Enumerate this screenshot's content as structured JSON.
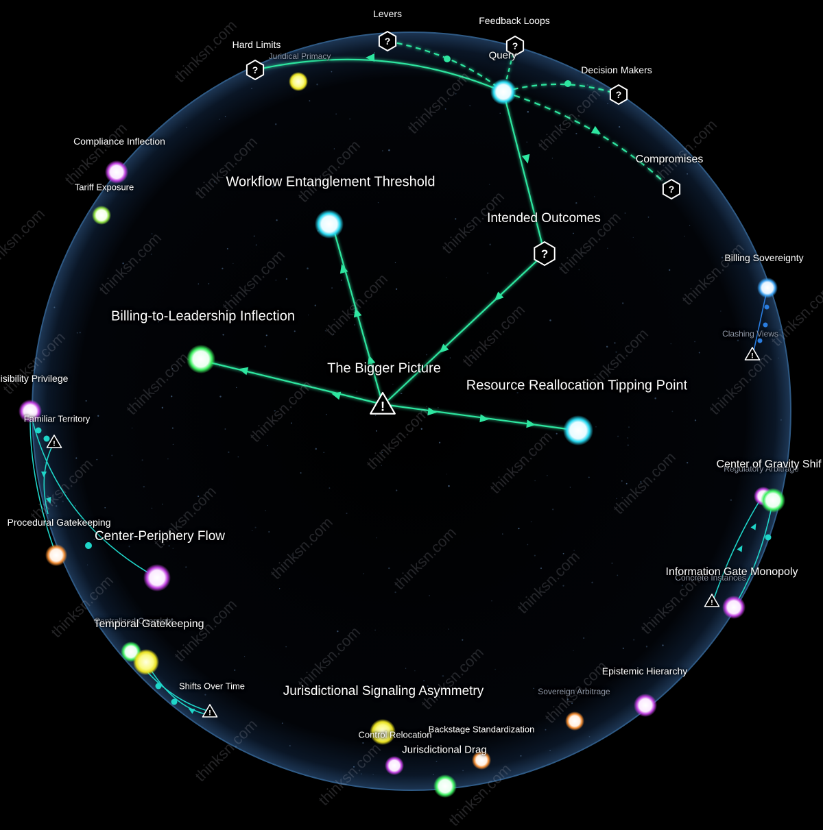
{
  "watermark": "thinksn.com",
  "colors": {
    "background": "#000000",
    "sphere_edge": "#3b6b9a",
    "edge_green": "#2ee6a0",
    "edge_teal": "#1fd6c9",
    "edge_blue": "#2a7de0",
    "node_cyan": "#27d8f0",
    "node_green": "#3cf060",
    "node_magenta": "#c040e0",
    "node_orange": "#f08a30",
    "node_yellow": "#e8e020",
    "node_lime": "#8ee040",
    "node_blue": "#3aa0f0"
  },
  "diagram": {
    "center_node": "The Bigger Picture",
    "nodes_major": [
      "Workflow Entanglement Threshold",
      "Billing-to-Leadership Inflection",
      "Resource Reallocation Tipping Point",
      "Intended Outcomes",
      "Query"
    ],
    "question_nodes": [
      "Levers",
      "Feedback Loops",
      "Hard Limits",
      "Decision Makers",
      "Compromises"
    ],
    "warning_nodes": [
      "The Bigger Picture",
      "Familiar Territory",
      "Shifts Over Time",
      "Clashing Views",
      "Information Gate Monopoly"
    ]
  },
  "labels": {
    "levers": "Levers",
    "feedback_loops": "Feedback Loops",
    "hard_limits": "Hard Limits",
    "juridical_primacy": "Juridical Primacy",
    "query": "Query",
    "decision_makers": "Decision Makers",
    "compliance_inflection": "Compliance Inflection",
    "tariff_exposure": "Tariff Exposure",
    "compromises": "Compromises",
    "workflow_entanglement": "Workflow Entanglement Threshold",
    "intended_outcomes": "Intended Outcomes",
    "billing_sovereignty": "Billing Sovereignty",
    "clashing_views": "Clashing Views",
    "billing_leadership": "Billing-to-Leadership Inflection",
    "bigger_picture": "The Bigger Picture",
    "resource_reallocation": "Resource Reallocation Tipping Point",
    "visibility_privilege": "isibility Privilege",
    "familiar_territory": "Familiar Territory",
    "center_gravity": "Center of Gravity Shif",
    "regulatory_faint": "Regulatory Arbitrage",
    "procedural_gatekeeping": "Procedural Gatekeeping",
    "center_periphery": "Center-Periphery Flow",
    "information_gate": "Information Gate Monopoly",
    "concrete_instances": "Concrete Instances",
    "centralized_oversight": "Centralized Oversight",
    "temporal_gatekeeping": "Temporal Gatekeeping",
    "epistemic_hierarchy": "Epistemic Hierarchy",
    "shifts_over_time": "Shifts Over Time",
    "jurisdictional_signaling": "Jurisdictional Signaling Asymmetry",
    "sovereign_arbitrage": "Sovereign Arbitrage",
    "backstage_standardization": "Backstage Standardization",
    "control_relocation": "Control Relocation",
    "jurisdictional_drag": "Jurisdictional Drag"
  }
}
